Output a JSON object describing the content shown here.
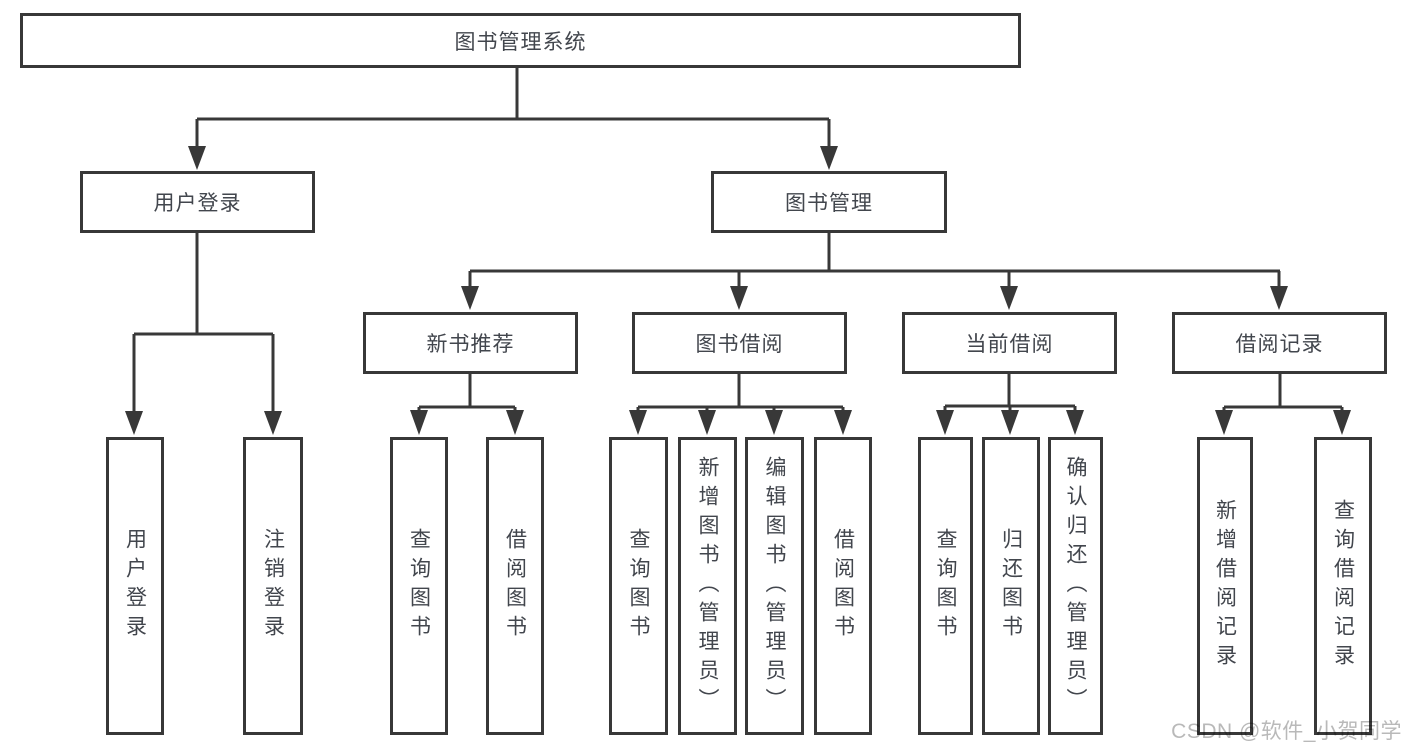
{
  "colors": {
    "line": "#383838",
    "text": "#42464d",
    "watermark": "#b9b9b9",
    "background": "#ffffff"
  },
  "tree": {
    "root": "图书管理系统",
    "branches": [
      {
        "label": "用户登录",
        "leaves": [
          "用户登录",
          "注销登录"
        ]
      },
      {
        "label": "图书管理",
        "groups": [
          {
            "label": "新书推荐",
            "leaves": [
              "查询图书",
              "借阅图书"
            ]
          },
          {
            "label": "图书借阅",
            "leaves": [
              "查询图书",
              "新增图书（管理员）",
              "编辑图书（管理员）",
              "借阅图书"
            ]
          },
          {
            "label": "当前借阅",
            "leaves": [
              "查询图书",
              "归还图书",
              "确认归还（管理员）"
            ]
          },
          {
            "label": "借阅记录",
            "leaves": [
              "新增借阅记录",
              "查询借阅记录"
            ]
          }
        ]
      }
    ]
  },
  "watermark": {
    "text": "CSDN @软件_小贺同学"
  }
}
